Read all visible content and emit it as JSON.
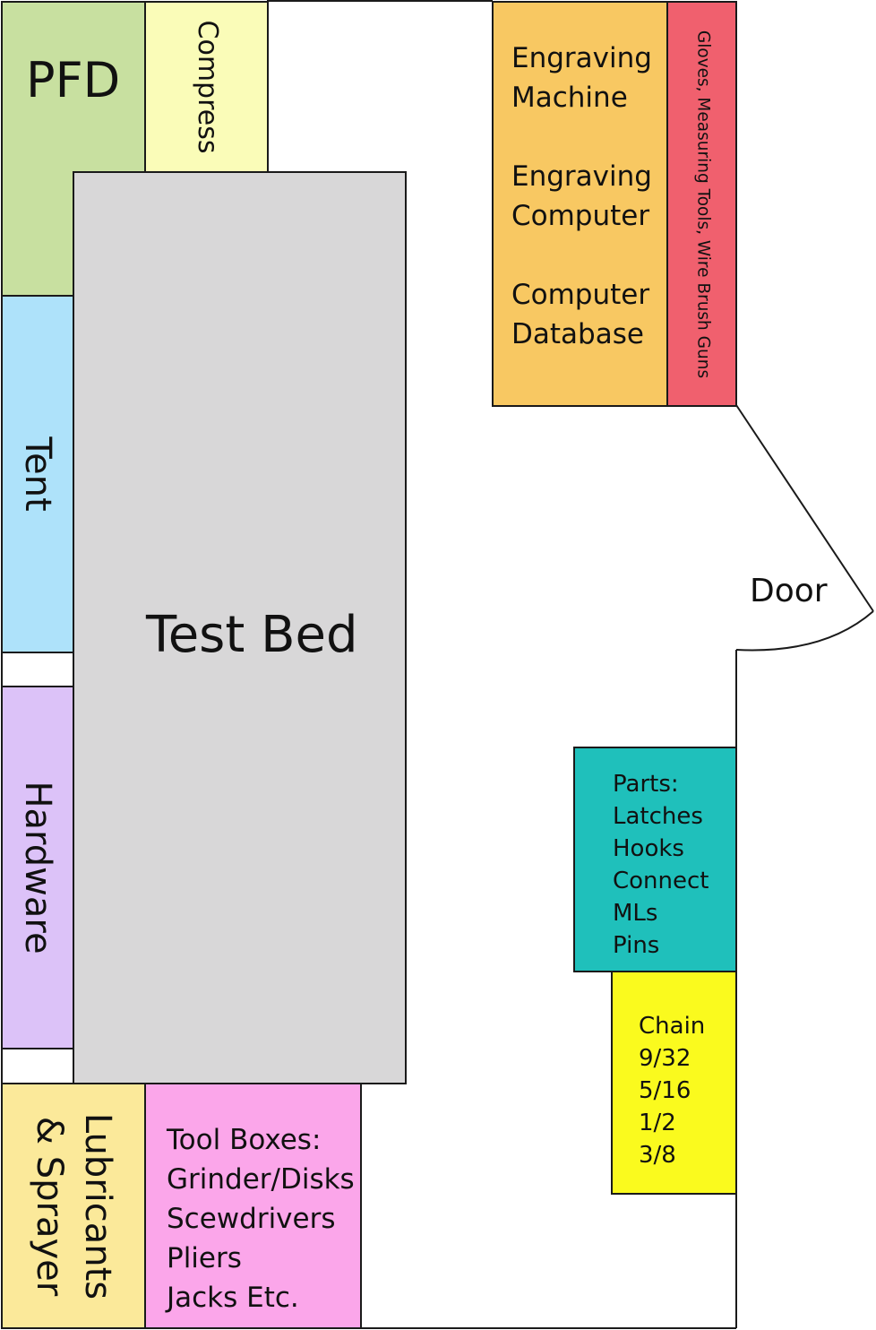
{
  "zones": {
    "pfd": {
      "label": "PFD",
      "color": "#c8e0a0"
    },
    "compress": {
      "label": "Compress",
      "color": "#fafcb8"
    },
    "test_bed": {
      "label": "Test Bed",
      "color": "#d8d7d8"
    },
    "tent": {
      "label": "Tent",
      "color": "#aee2fa"
    },
    "hardware": {
      "label": "Hardware",
      "color": "#dcc2f8"
    },
    "lubricants": {
      "label_line1": "Lubricants",
      "label_line2": "& Sprayer",
      "color": "#fbe99a"
    },
    "tool_boxes": {
      "lines": [
        "Tool Boxes:",
        "Grinder/Disks",
        "Scewdrivers",
        "Pliers",
        "Jacks Etc."
      ],
      "color": "#fba6ea"
    },
    "engraving": {
      "lines": [
        "Engraving",
        "Machine",
        "",
        "Engraving",
        "Computer",
        "",
        "Computer",
        "Database"
      ],
      "color": "#f8c862"
    },
    "gloves": {
      "label": "Gloves, Measuring Tools, Wire Brush Guns",
      "color": "#f0606e"
    },
    "parts": {
      "lines": [
        "Parts:",
        "Latches",
        "Hooks",
        "Connect",
        "MLs",
        "Pins"
      ],
      "color": "#1fc0bb"
    },
    "chain": {
      "lines": [
        "Chain",
        "9/32",
        "5/16",
        "1/2",
        "3/8"
      ],
      "color": "#fafa1e"
    }
  },
  "door": {
    "label": "Door"
  }
}
